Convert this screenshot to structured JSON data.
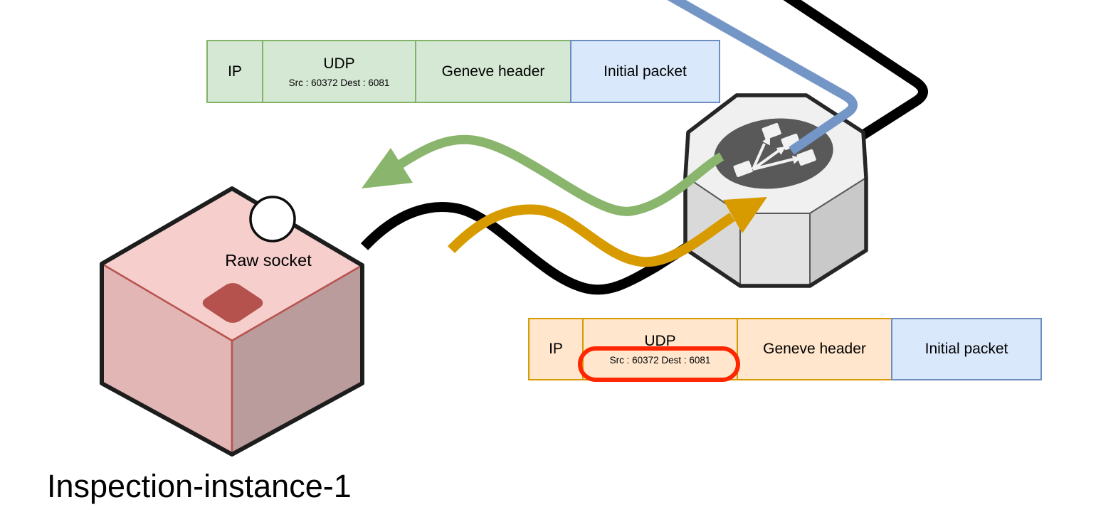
{
  "labels": {
    "raw_socket": "Raw socket",
    "instance_name": "Inspection-instance-1"
  },
  "packet_top": {
    "cells": [
      {
        "label": "IP"
      },
      {
        "label": "UDP",
        "sub": "Src : 60372 Dest : 6081"
      },
      {
        "label": "Geneve header"
      },
      {
        "label": "Initial packet"
      }
    ]
  },
  "packet_bottom": {
    "cells": [
      {
        "label": "IP"
      },
      {
        "label": "UDP",
        "sub": "Src : 60372 Dest : 6081"
      },
      {
        "label": "Geneve header"
      },
      {
        "label": "Initial packet"
      }
    ],
    "highlight": "red ellipse around UDP ports"
  },
  "colors": {
    "green_cell_fill": "#d5e8d4",
    "green_cell_stroke": "#82b366",
    "orange_cell_fill": "#ffe6cc",
    "orange_cell_stroke": "#d79b00",
    "blue_cell_fill": "#dae8fc",
    "blue_cell_stroke": "#6c8ebf",
    "arrow_green": "#8ab56d",
    "arrow_orange": "#d79b00",
    "arrow_blue": "#7396c6",
    "arrow_black": "#000000",
    "highlight_red": "#ff2600",
    "cube_top": "#f6cfcd",
    "cube_left": "#e2b6b4",
    "cube_right": "#b99c9b",
    "cube_edge": "#b85450",
    "cube_port": "#b5524e",
    "octagon_top": "#f0f0f0",
    "octagon_left": "#d9d9d9",
    "octagon_front": "#e3e3e3",
    "octagon_right": "#c9c9c9",
    "lb_ellipse": "#595959",
    "lb_glyph": "#f2f2f2"
  }
}
